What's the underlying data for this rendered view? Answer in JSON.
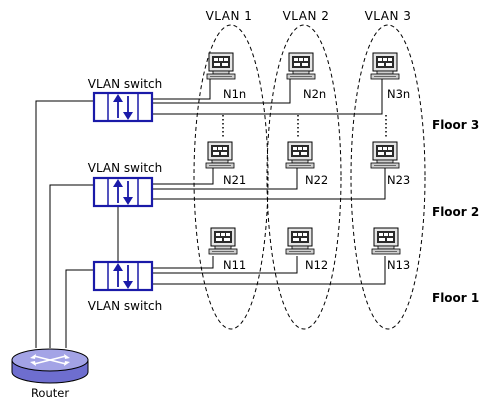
{
  "vlans": [
    "VLAN 1",
    "VLAN 2",
    "VLAN 3"
  ],
  "floors": [
    "Floor 3",
    "Floor 2",
    "Floor 1"
  ],
  "switch_label": "VLAN switch",
  "router_label": "Router",
  "nodes": {
    "top": [
      "N1n",
      "N2n",
      "N3n"
    ],
    "middle": [
      "N21",
      "N22",
      "N23"
    ],
    "bottom": [
      "N11",
      "N12",
      "N13"
    ]
  },
  "colors": {
    "switch_border": "#1a1aa8",
    "arrow": "#1a1aa8",
    "router": "#6e6ecf",
    "monitor_screen": "#2a2a2a"
  }
}
